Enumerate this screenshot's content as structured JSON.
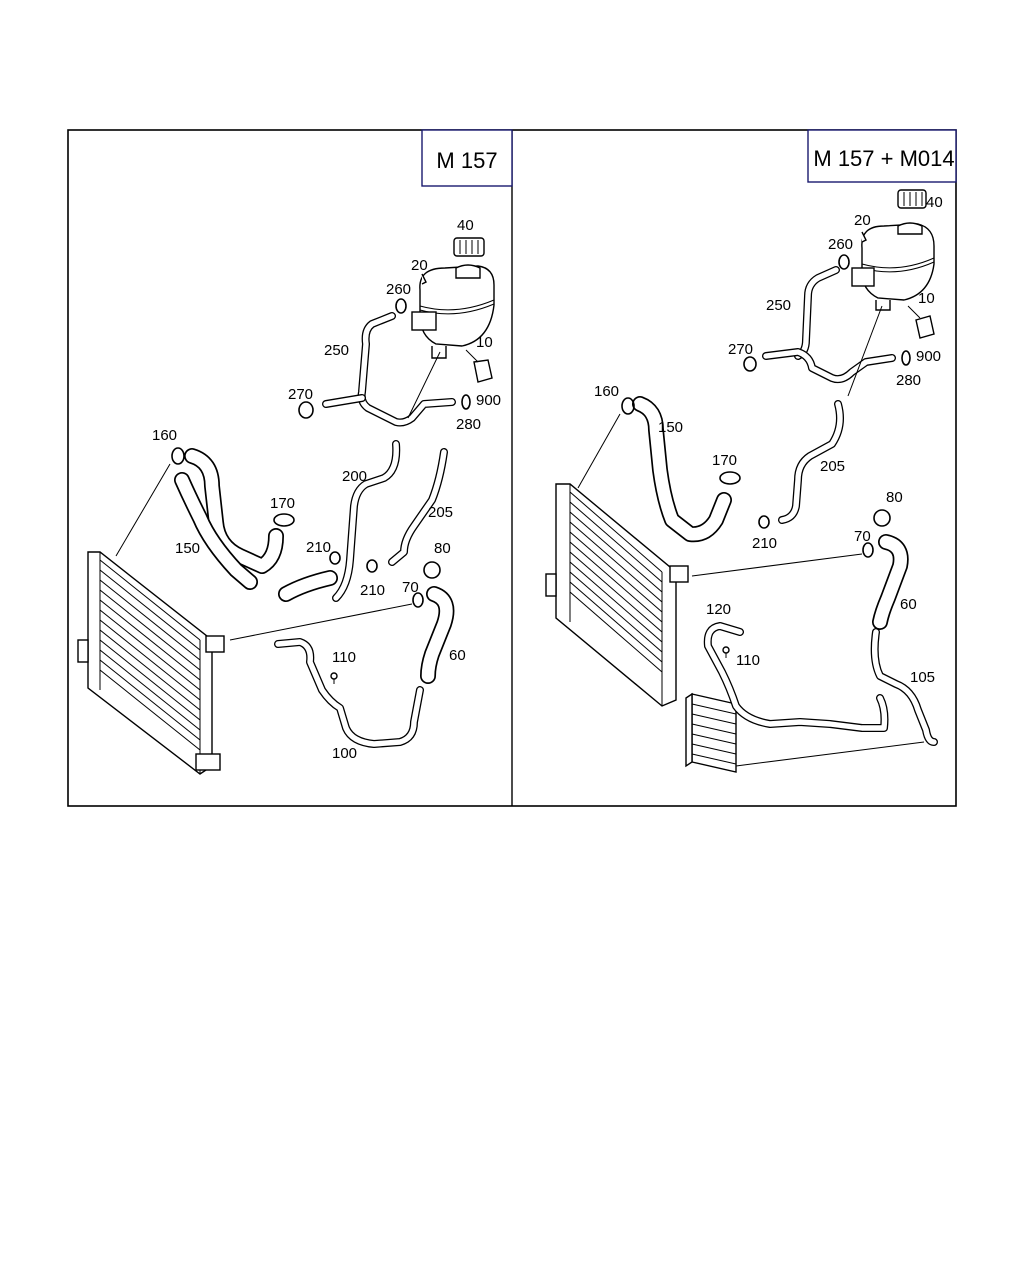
{
  "panels": [
    {
      "title": "M 157",
      "labels": [
        "40",
        "20",
        "260",
        "10",
        "250",
        "270",
        "900",
        "280",
        "160",
        "170",
        "200",
        "205",
        "150",
        "210",
        "210",
        "80",
        "70",
        "110",
        "60",
        "100"
      ]
    },
    {
      "title": "M 157 + M014",
      "labels": [
        "40",
        "20",
        "260",
        "10",
        "250",
        "270",
        "900",
        "280",
        "160",
        "150",
        "170",
        "205",
        "80",
        "210",
        "70",
        "60",
        "120",
        "110",
        "105"
      ]
    }
  ]
}
